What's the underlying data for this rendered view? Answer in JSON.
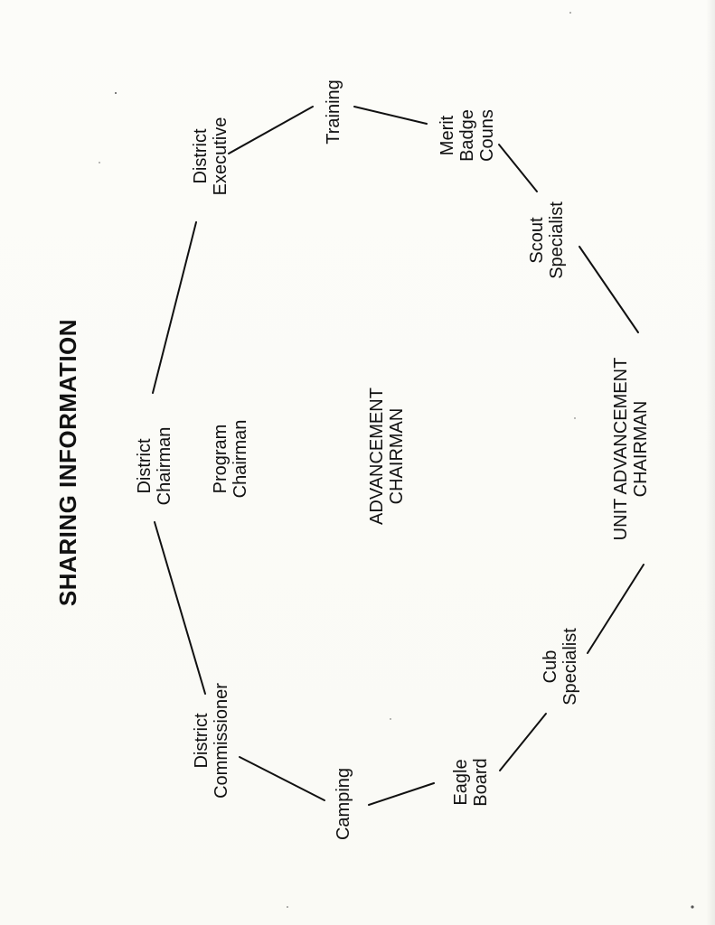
{
  "title": "SHARING INFORMATION",
  "nodes": {
    "district_executive": [
      "District",
      "Executive"
    ],
    "training": [
      "Training"
    ],
    "merit_badge": [
      "Merit",
      "Badge",
      "Couns"
    ],
    "scout_specialist": [
      "Scout",
      "Specialist"
    ],
    "unit_advancement": [
      "UNIT ADVANCEMENT",
      "CHAIRMAN"
    ],
    "cub_specialist": [
      "Cub",
      "Specialist"
    ],
    "eagle_board": [
      "Eagle",
      "Board"
    ],
    "camping": [
      "Camping"
    ],
    "district_commissioner": [
      "District",
      "Commissioner"
    ],
    "district_chairman": [
      "District",
      "Chairman"
    ],
    "program_chairman": [
      "Program",
      "Chairman"
    ],
    "advancement_chairman": [
      "ADVANCEMENT",
      "CHAIRMAN"
    ]
  },
  "colors": {
    "ink": "#111111",
    "paper": "#fbfbf7"
  }
}
